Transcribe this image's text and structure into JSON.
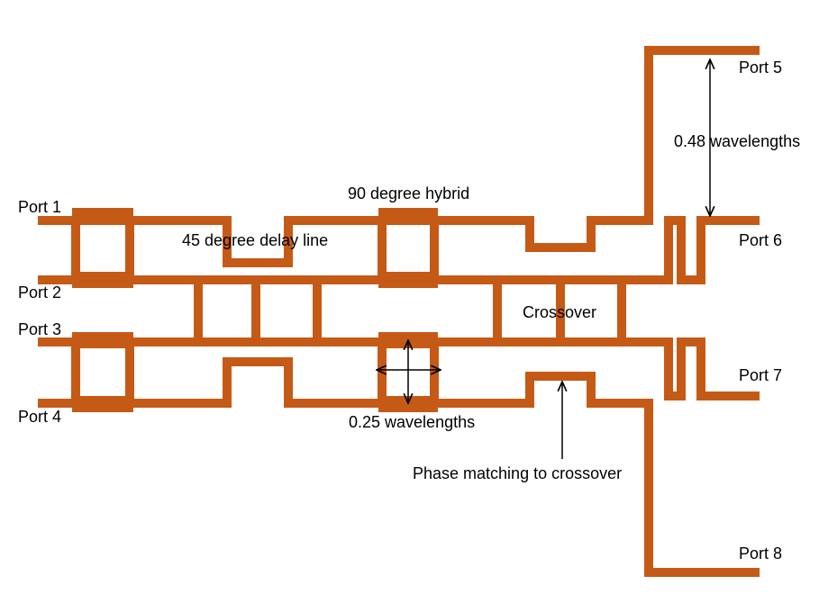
{
  "ports": {
    "port1": "Port 1",
    "port2": "Port 2",
    "port3": "Port 3",
    "port4": "Port 4",
    "port5": "Port 5",
    "port6": "Port 6",
    "port7": "Port 7",
    "port8": "Port 8"
  },
  "annotations": {
    "hybrid": "90 degree hybrid",
    "delay_line": "45 degree delay line",
    "crossover": "Crossover",
    "quarter_wave": "0.25 wavelengths",
    "phase_matching": "Phase matching to crossover",
    "stub_length": "0.48 wavelengths"
  },
  "colors": {
    "trace": "#c55a17",
    "annotation": "#000000",
    "background": "#ffffff"
  }
}
